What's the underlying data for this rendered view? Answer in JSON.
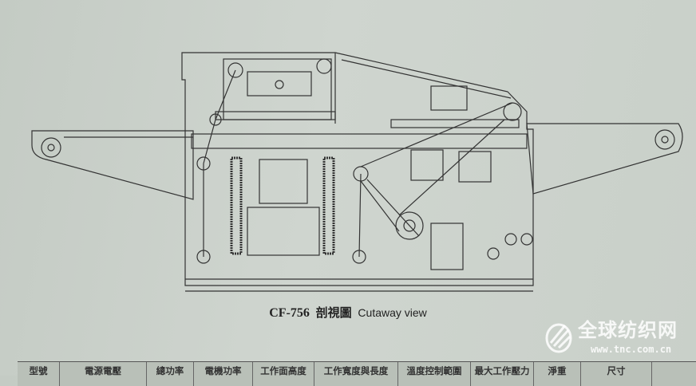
{
  "caption": {
    "model": "CF-756",
    "title_cn": "剖視圖",
    "title_en": "Cutaway view"
  },
  "spec_table": {
    "headers": [
      "型號",
      "電源電壓",
      "總功率",
      "電機功率",
      "工作面高度",
      "工作寬度與長度",
      "溫度控制範圍",
      "最大工作壓力",
      "淨重",
      "尺寸"
    ]
  },
  "watermark": {
    "name": "全球纺织网",
    "url": "www.tnc.com.cn"
  }
}
